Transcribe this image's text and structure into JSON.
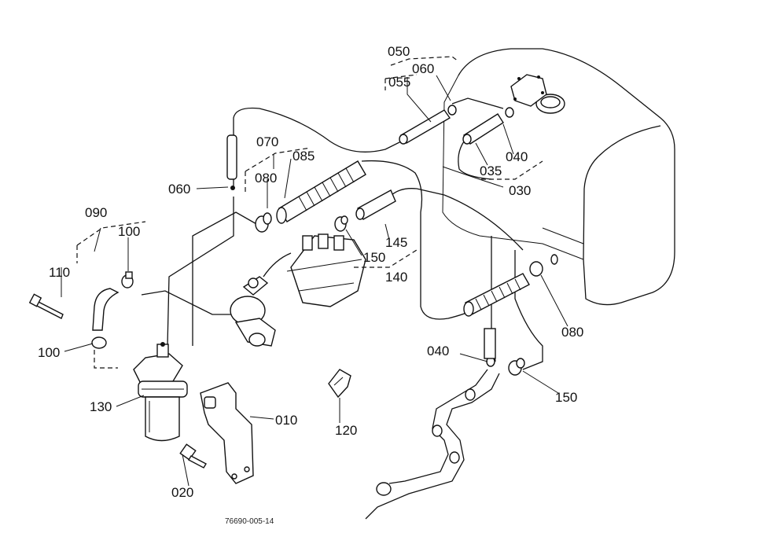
{
  "labels": {
    "l050": "050",
    "l060a": "060",
    "l055": "055",
    "l070": "070",
    "l085": "085",
    "l080a": "080",
    "l060b": "060",
    "l090": "090",
    "l100a": "100",
    "l110": "110",
    "l100b": "100",
    "l130": "130",
    "l010": "010",
    "l020": "020",
    "l120": "120",
    "l145": "145",
    "l150a": "150",
    "l140": "140",
    "l035": "035",
    "l040a": "040",
    "l030": "030",
    "l080b": "080",
    "l040b": "040",
    "l150b": "150"
  },
  "drawing_code": "76690-005-14"
}
